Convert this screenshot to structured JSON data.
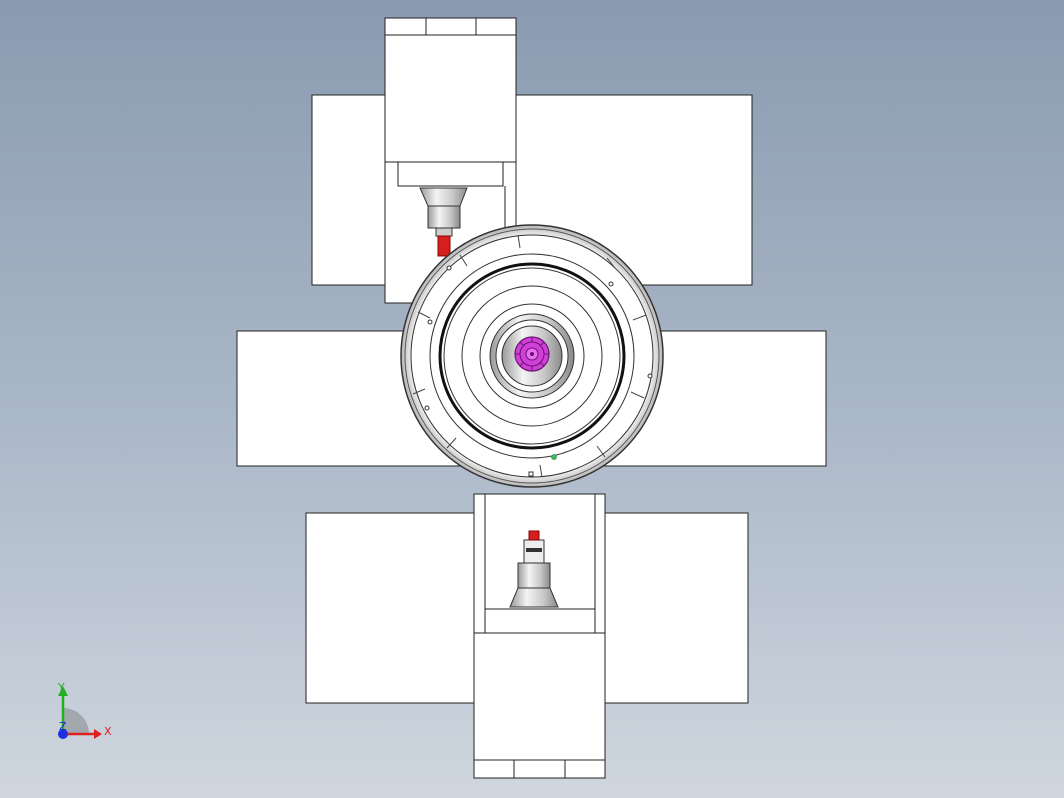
{
  "viewport": {
    "background_top": "#8a9bb1",
    "background_bottom": "#cfd6df"
  },
  "model_colors": {
    "body": "#ffffff",
    "outline": "#222222",
    "spindle_tool": "#d62020",
    "hub": "#d040d8",
    "marker": "#37c060"
  },
  "triad": {
    "x_label": "X",
    "y_label": "Y",
    "z_label": "Z",
    "x_color": "#e02020",
    "y_color": "#20b020",
    "z_color": "#2030e0"
  }
}
